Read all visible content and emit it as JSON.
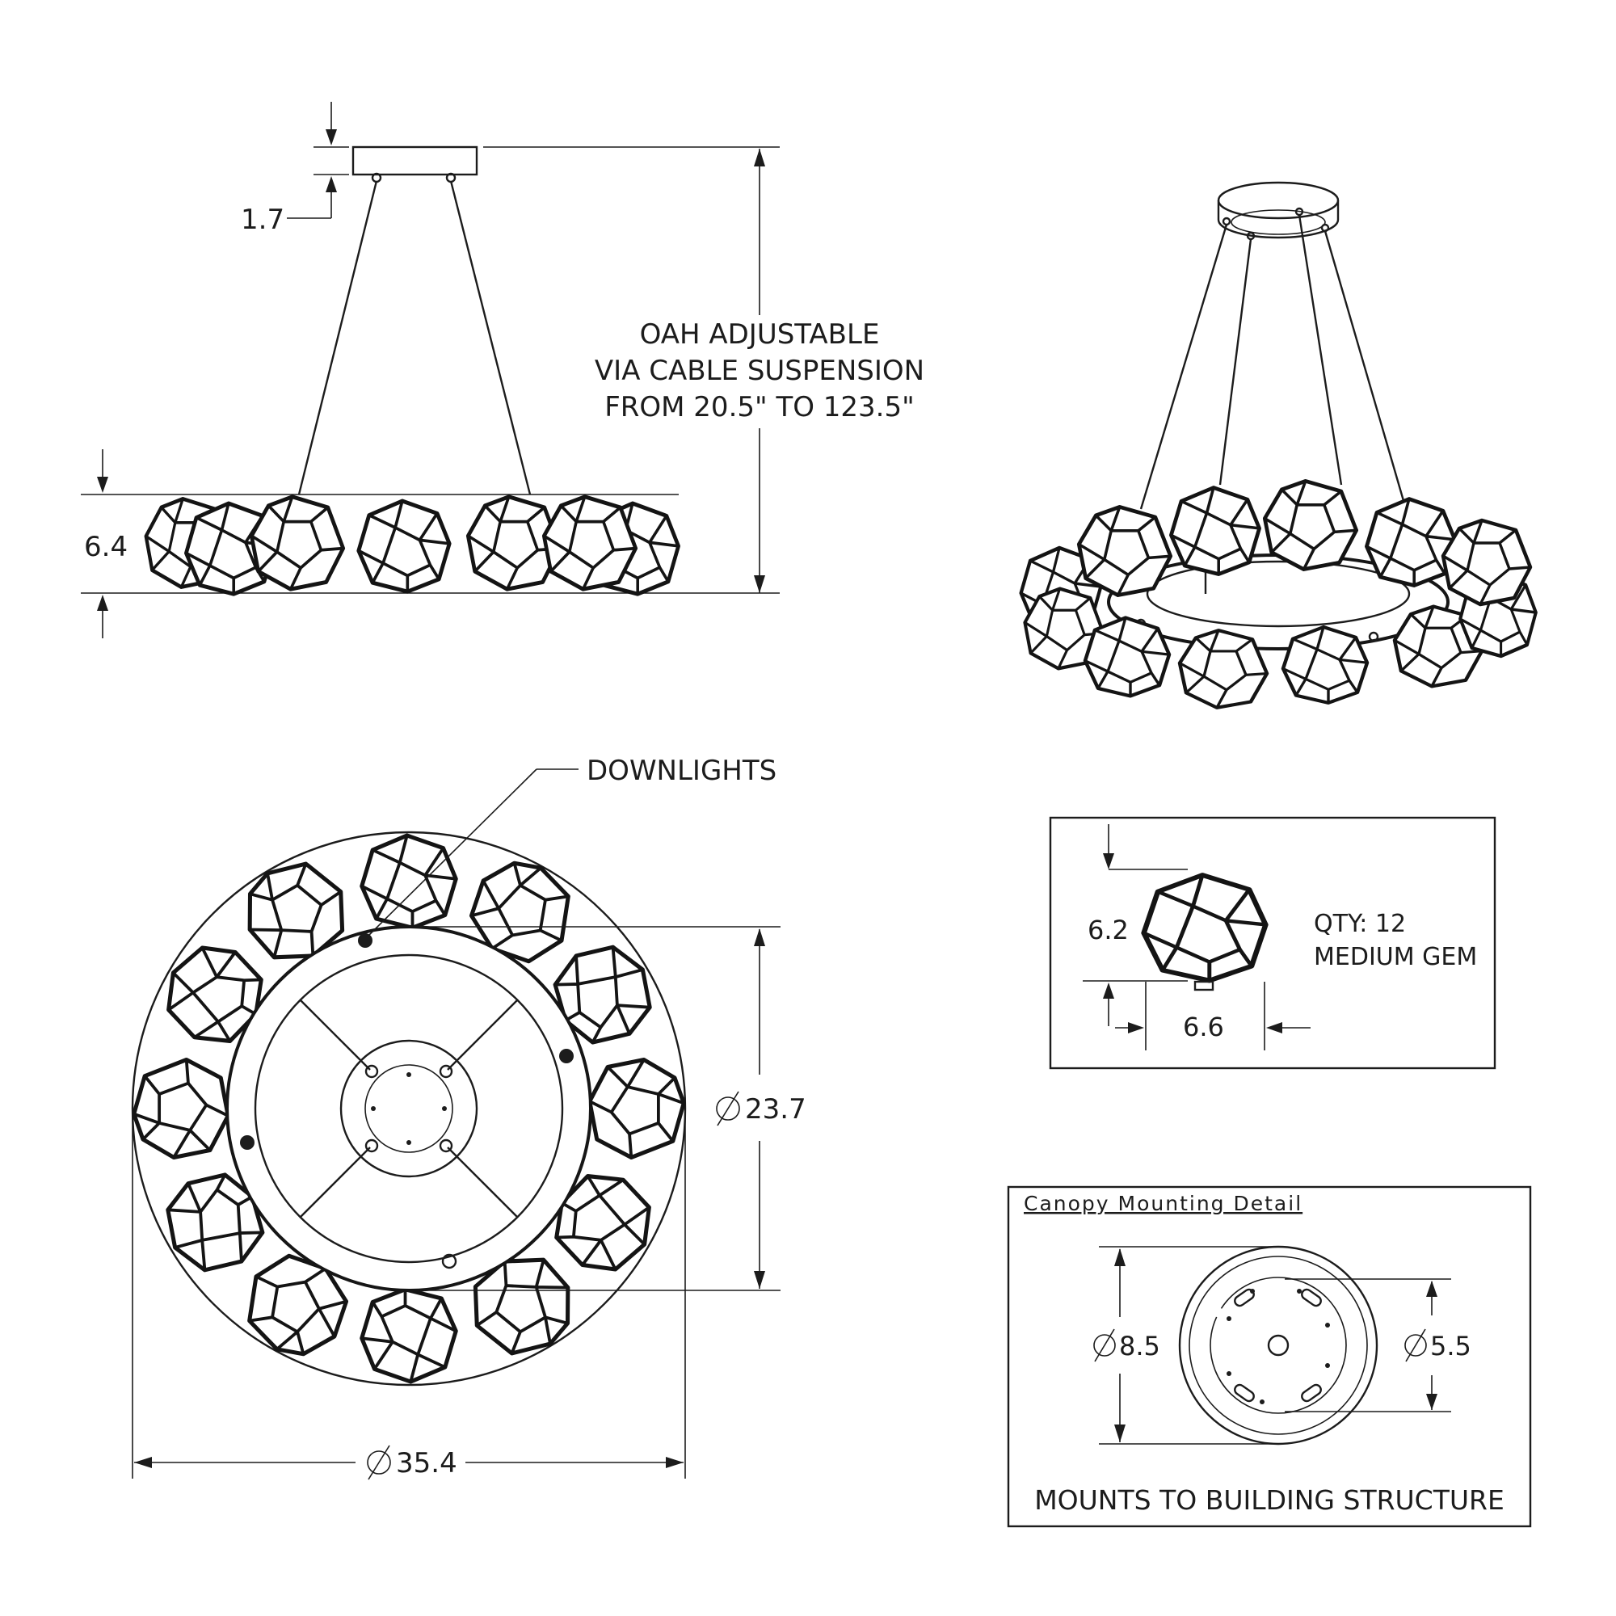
{
  "side_view": {
    "canopy_height": "1.7",
    "ring_height": "6.4",
    "oah_note": [
      "OAH ADJUSTABLE",
      "VIA CABLE SUSPENSION",
      "FROM 20.5\" TO 123.5\""
    ]
  },
  "bottom_view": {
    "downlights_label": "DOWNLIGHTS",
    "inner_diameter": "23.7",
    "outer_diameter": "35.4"
  },
  "gem_detail": {
    "height": "6.2",
    "width": "6.6",
    "quantity": "QTY: 12",
    "name": "MEDIUM GEM"
  },
  "canopy_detail": {
    "title": "Canopy Mounting Detail",
    "outer_diameter": "8.5",
    "inner_diameter": "5.5",
    "note": "MOUNTS TO BUILDING STRUCTURE"
  }
}
